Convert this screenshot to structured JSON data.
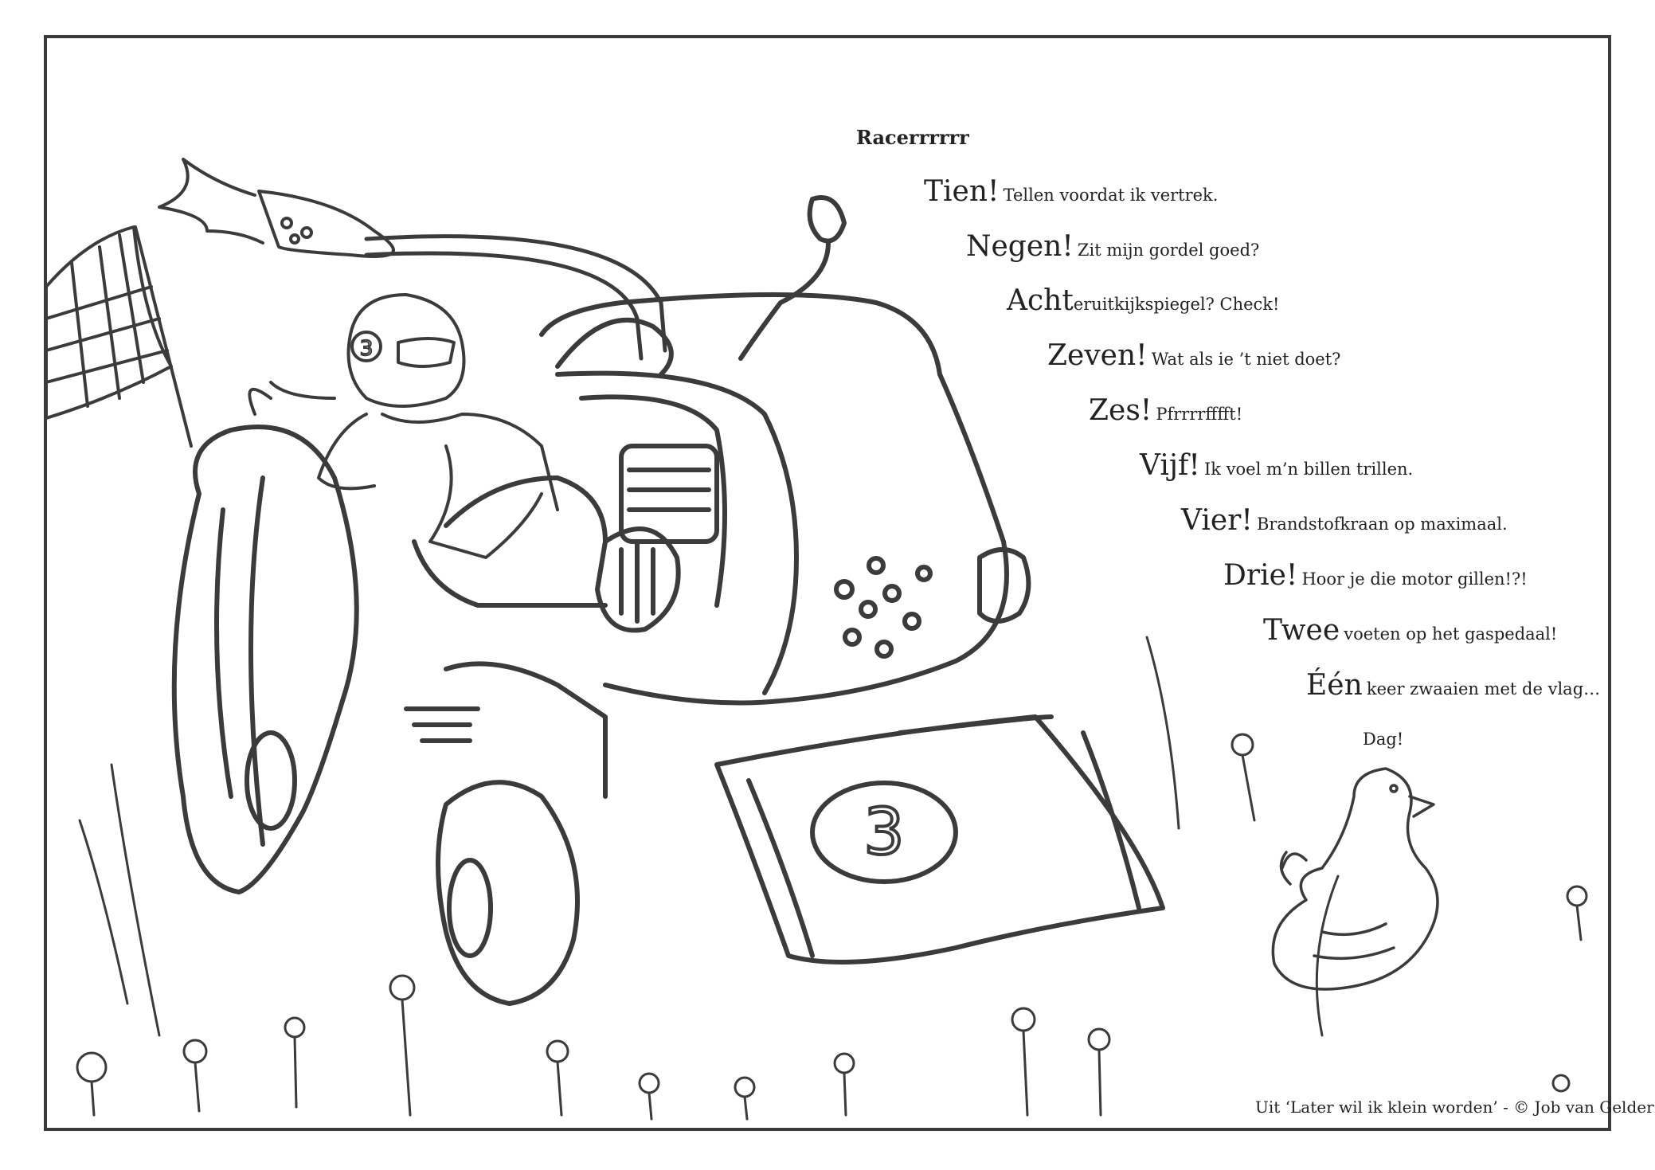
{
  "poem": {
    "title": "Racerrrrrr",
    "lines": [
      {
        "big": "Tien!",
        "small": "Tellen voordat ik vertrek."
      },
      {
        "big": "Negen!",
        "small": "Zit mijn gordel goed?"
      },
      {
        "big": "Acht",
        "small": "eruitkijkspiegel? Check!"
      },
      {
        "big": "Zeven!",
        "small": "Wat als ie ’t niet doet?"
      },
      {
        "big": "Zes!",
        "small": "Pfrrrrfffft!"
      },
      {
        "big": "Vijf!",
        "small": "Ik voel m’n billen trillen."
      },
      {
        "big": "Vier!",
        "small": "Brandstofkraan op maximaal."
      },
      {
        "big": "Drie!",
        "small": "Hoor je die motor gillen!?!"
      },
      {
        "big": "Twee",
        "small": "voeten op het gaspedaal!"
      },
      {
        "big": "Één",
        "small": "keer zwaaien met de vlag…"
      }
    ],
    "closing": "Dag!"
  },
  "credit": "Uit ‘Later wil ik klein worden’ - © Job van Gelder",
  "illustration": {
    "tractor_number": "3",
    "helmet_number": "3",
    "elements": [
      "checkered-flag",
      "tractor",
      "driver",
      "chicken",
      "flowers",
      "exhaust-flame"
    ]
  }
}
